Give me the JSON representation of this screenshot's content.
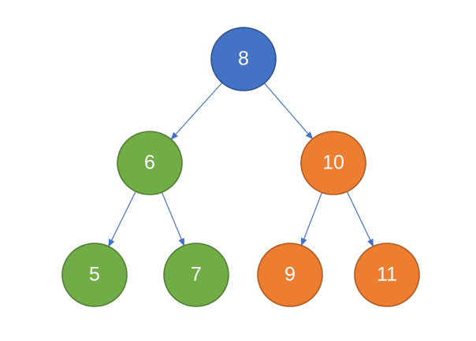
{
  "tree": {
    "nodes": [
      {
        "id": "n8",
        "label": "8",
        "group": "root"
      },
      {
        "id": "n6",
        "label": "6",
        "group": "left"
      },
      {
        "id": "n10",
        "label": "10",
        "group": "right"
      },
      {
        "id": "n5",
        "label": "5",
        "group": "left"
      },
      {
        "id": "n7",
        "label": "7",
        "group": "left"
      },
      {
        "id": "n9",
        "label": "9",
        "group": "right"
      },
      {
        "id": "n11",
        "label": "11",
        "group": "right"
      }
    ],
    "edges": [
      {
        "from": "n8",
        "to": "n6"
      },
      {
        "from": "n8",
        "to": "n10"
      },
      {
        "from": "n6",
        "to": "n5"
      },
      {
        "from": "n6",
        "to": "n7"
      },
      {
        "from": "n10",
        "to": "n9"
      },
      {
        "from": "n10",
        "to": "n11"
      }
    ]
  },
  "colors": {
    "root_fill": "#4472C4",
    "root_stroke": "#2F528F",
    "left_fill": "#70AD47",
    "left_stroke": "#507E32",
    "right_fill": "#ED7D31",
    "right_stroke": "#AE5A21",
    "edge": "#4472C4",
    "label": "#FFFFFF"
  }
}
